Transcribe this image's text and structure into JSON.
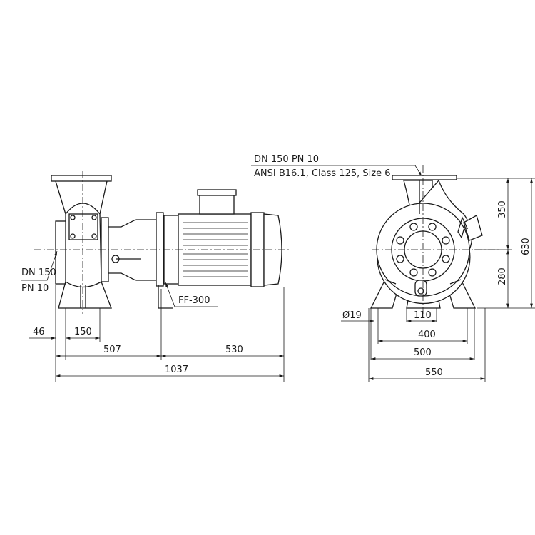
{
  "drawing": {
    "side_view": {
      "suction_label_1": "DN 150",
      "suction_label_2": "PN 10",
      "flange_label": "FF-300",
      "dims": {
        "d46": "46",
        "d150": "150",
        "d507": "507",
        "d530": "530",
        "d1037": "1037"
      }
    },
    "front_view": {
      "discharge_label_1": "DN 150 PN 10",
      "discharge_label_2": "ANSI B16.1, Class 125, Size 6",
      "dims": {
        "d350": "350",
        "d280": "280",
        "d630": "630",
        "d19": "Ø19",
        "d110": "110",
        "d400": "400",
        "d500": "500",
        "d550": "550"
      }
    },
    "line_color": "#1a1a1a"
  }
}
